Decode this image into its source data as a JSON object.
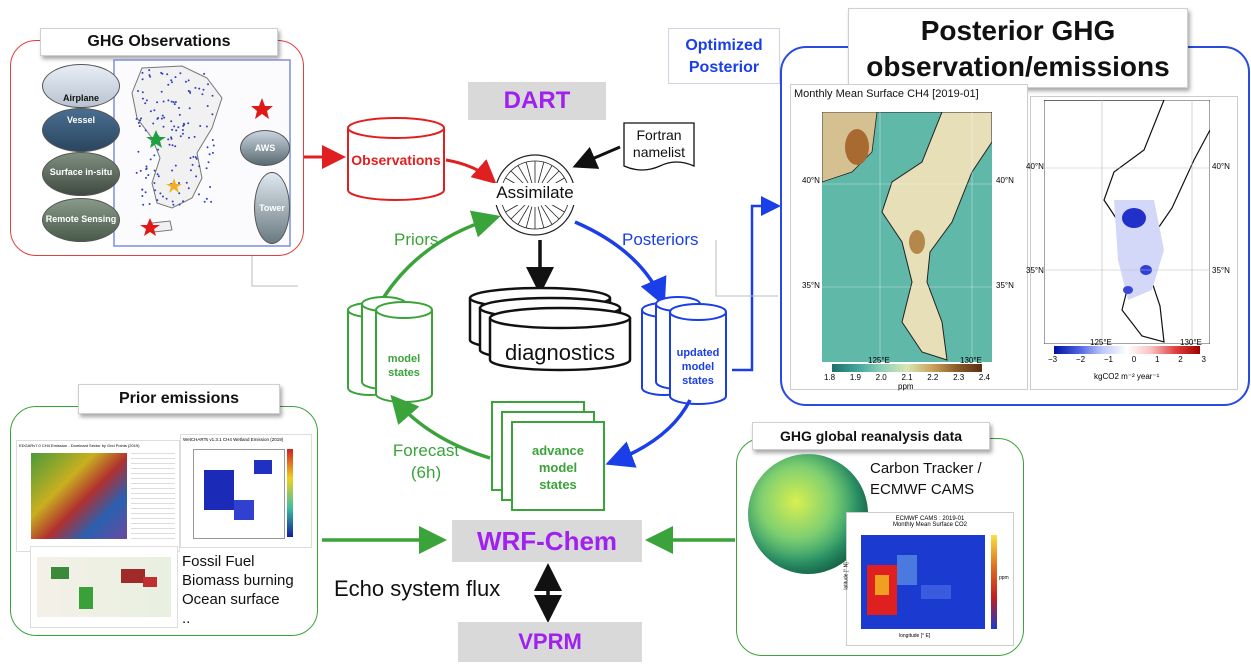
{
  "ghg_observations": {
    "title": "GHG Observations",
    "labels": [
      "Airplane",
      "Vessel",
      "Surface in-situ",
      "Remote Sensing",
      "AWS",
      "Tower"
    ]
  },
  "dart": {
    "label": "DART",
    "color": "#a020f0"
  },
  "observations_cyl": {
    "label": "Observations",
    "color": "#e02020"
  },
  "fortran": {
    "line1": "Fortran",
    "line2": "namelist"
  },
  "assimilate": {
    "label": "Assimilate"
  },
  "priors": {
    "label": "Priors",
    "color": "#3aa33a"
  },
  "posteriors": {
    "label": "Posteriors",
    "color": "#1a3ee8"
  },
  "diagnostics": {
    "label": "diagnostics"
  },
  "model_states": {
    "line1": "model",
    "line2": "states"
  },
  "updated_model_states": {
    "line1": "updated",
    "line2": "model",
    "line3": "states"
  },
  "advance_model_states": {
    "line1": "advance",
    "line2": "model",
    "line3": "states"
  },
  "forecast": {
    "line1": "Forecast",
    "line2": "(6h)"
  },
  "optimized_posterior": {
    "line1": "Optimized",
    "line2": "Posterior"
  },
  "posterior_panel": {
    "title_line1": "Posterior GHG",
    "title_line2": "observation/emissions",
    "map1_title": "Monthly Mean Surface CH4 [2019-01]",
    "map1_lat_labels": [
      "40°N",
      "35°N"
    ],
    "map1_lon_labels": [
      "125°E",
      "130°E"
    ],
    "map1_colorbar_ticks": [
      "1.8",
      "1.9",
      "2.0",
      "2.1",
      "2.2",
      "2.3",
      "2.4"
    ],
    "map1_colorbar_unit": "ppm",
    "map2_colorbar_ticks": [
      "−3",
      "−2",
      "−1",
      "0",
      "1",
      "2",
      "3"
    ],
    "map2_colorbar_unit": "kgCO2 m⁻² year⁻¹"
  },
  "prior_emissions": {
    "title": "Prior emissions",
    "edgar_title": "EDGARv7.0 CH4 Emission - Dominant Sector by Grid Points (2019)",
    "wetcharts_title": "WetCHARTs v1.3.1 CH4 Wetland Emission (2019)",
    "sources": [
      "Fossil Fuel",
      "Biomass burning",
      "Ocean surface",
      ".."
    ]
  },
  "wrf_chem": {
    "label": "WRF-Chem",
    "color": "#a020f0"
  },
  "echo_flux": {
    "label": "Echo system flux"
  },
  "vprm": {
    "label": "VPRM",
    "color": "#a020f0"
  },
  "reanalysis": {
    "title": "GHG global reanalysis data",
    "line1": "Carbon Tracker /",
    "line2": "ECMWF CAMS",
    "inset_title1": "ECMWF CAMS : 2019-01",
    "inset_title2": "Monthly Mean Surface CO2",
    "inset_xlabel": "longitude [° E]",
    "inset_ylabel": "latitude [° N]",
    "inset_unit": "ppm"
  }
}
